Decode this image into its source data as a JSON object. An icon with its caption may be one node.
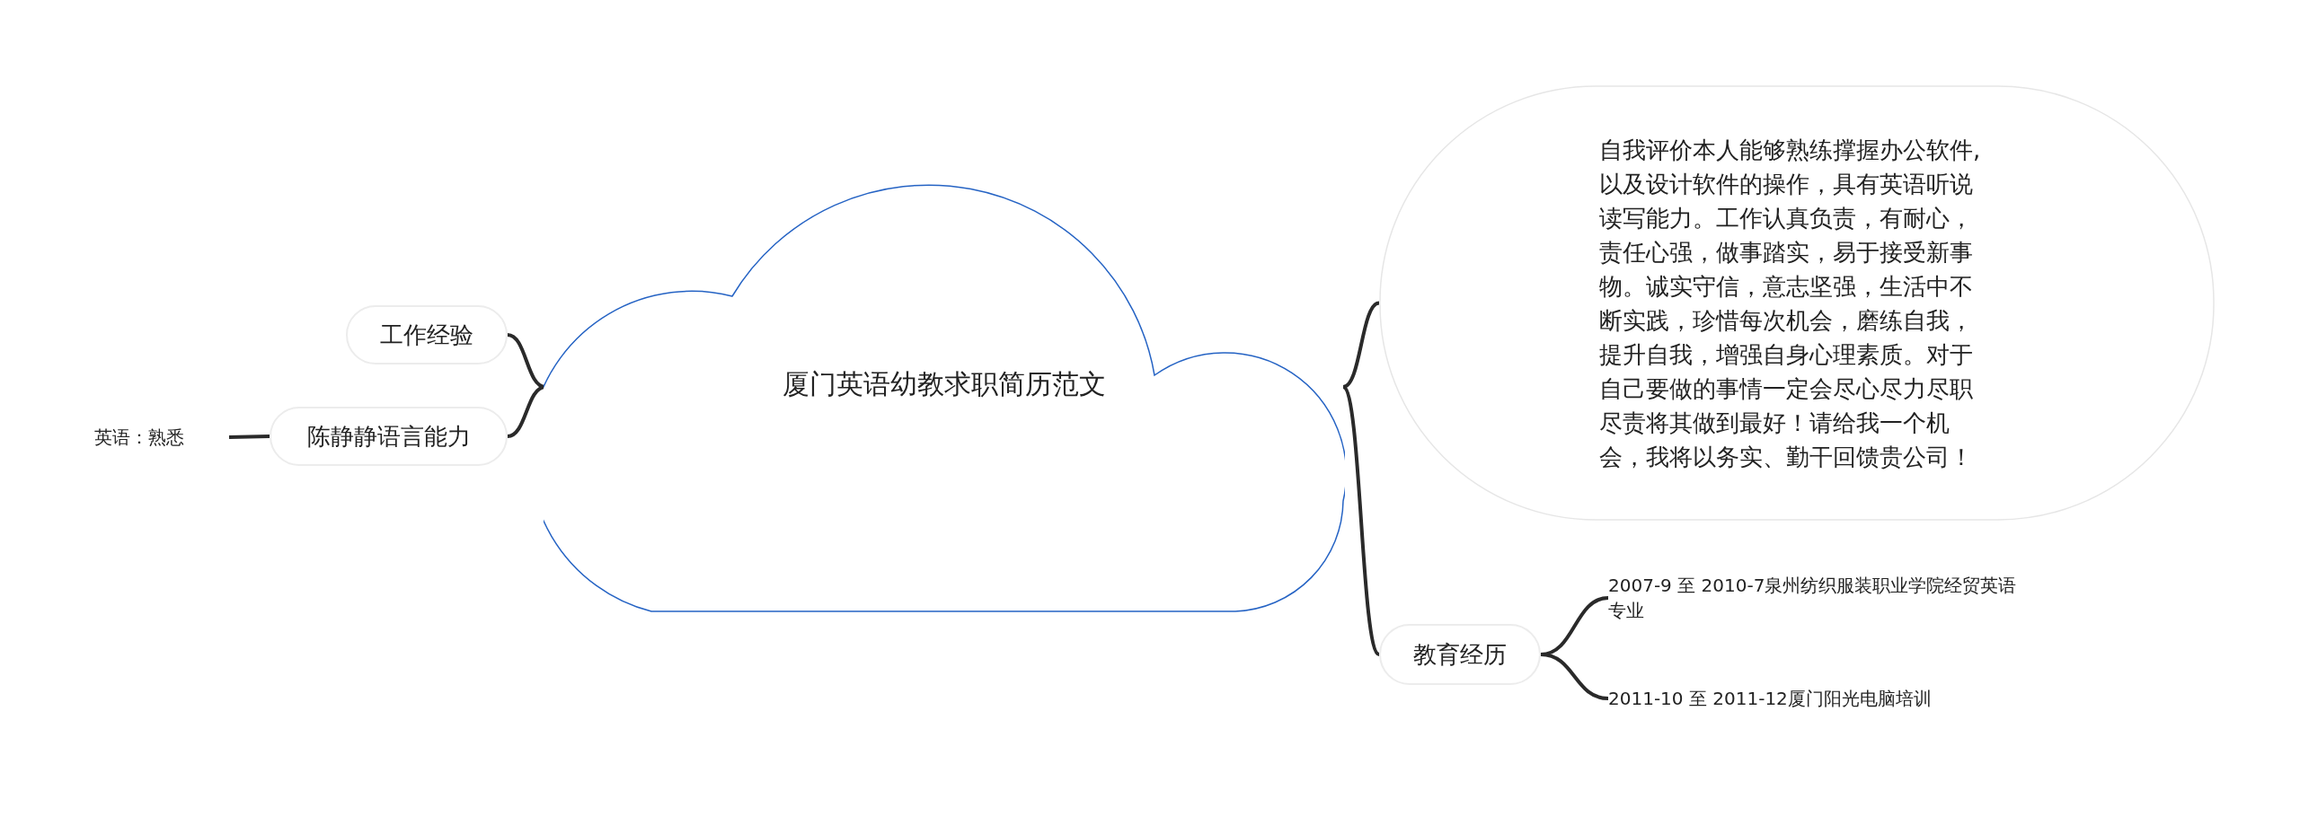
{
  "diagram": {
    "nodes": [
      {
        "text": [
          "厦门英语幼教求职简历范文"
        ]
      },
      {
        "text": [
          "工作经验"
        ]
      },
      {
        "text": [
          "陈静静语言能力"
        ]
      },
      {
        "text": [
          "英语：熟悉"
        ]
      },
      {
        "text": [
          "自我评价本人能够熟练撑握办公软件,以及设计软件的操作，具有英语听说读写能力。工作认真负责，有耐心，责任心强，做事踏实，易于接受新事物。诚实守信，意志坚强，生活中不断实践，珍惜每次机会，磨练自我，提升自我，增强自身心理素质。对于自己要做的事情一定会尽心尽力尽职尽责将其做到最好！请给我一个机会，我将以务实、勤干回馈贵公司！"
        ]
      },
      {
        "text": [
          "教育经历"
        ]
      },
      {
        "text": [
          "2007-9 至 2010-7泉州纺织服装职业学院经贸英语专业"
        ]
      },
      {
        "text": [
          "2011-10 至 2011-12厦门阳光电脑培训"
        ]
      }
    ],
    "edges": [
      {
        "from": 0,
        "to": 1,
        "arrow": "none"
      },
      {
        "from": 0,
        "to": 2,
        "arrow": "none"
      },
      {
        "from": 2,
        "to": 3,
        "arrow": "none"
      },
      {
        "from": 0,
        "to": 4,
        "arrow": "none"
      },
      {
        "from": 0,
        "to": 5,
        "arrow": "none"
      },
      {
        "from": 5,
        "to": 6,
        "arrow": "none"
      },
      {
        "from": 5,
        "to": 7,
        "arrow": "none"
      }
    ]
  }
}
